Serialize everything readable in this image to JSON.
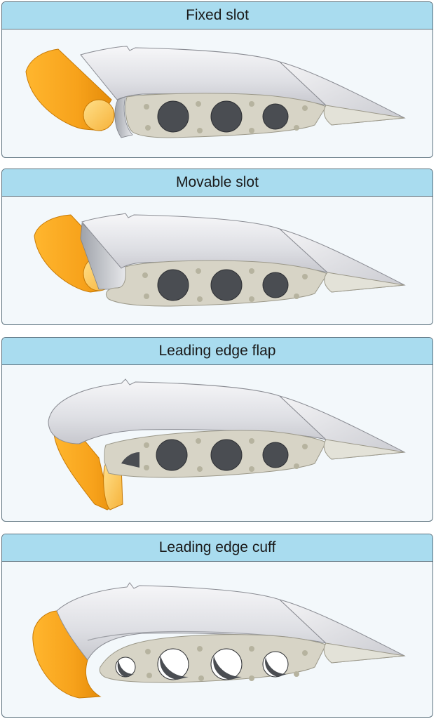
{
  "panels": [
    {
      "title": "Fixed slot"
    },
    {
      "title": "Movable slot"
    },
    {
      "title": "Leading edge flap"
    },
    {
      "title": "Leading edge cuff"
    }
  ],
  "colors": {
    "header": "#a9dcef",
    "border": "#5f7480",
    "panel_bg": "#f3f8fb",
    "skin": "#dcdde2",
    "rib": "#d7d4c6",
    "hole": "#4a4d52",
    "slat": "#f5a623",
    "slat_edge": "#c77a06"
  }
}
